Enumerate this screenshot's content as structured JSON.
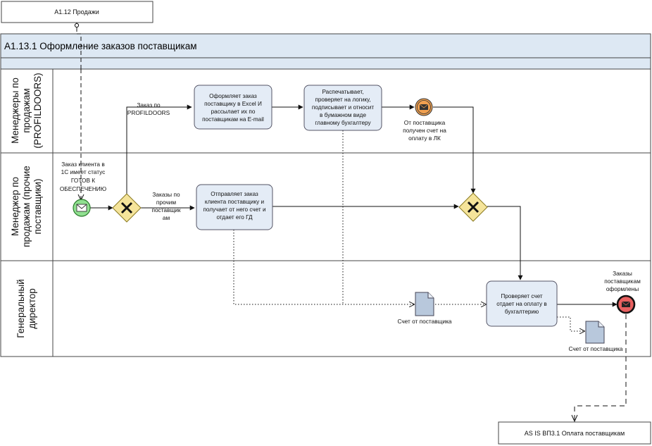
{
  "colors": {
    "pool_header": "#dde8f3",
    "lane_border": "#555555",
    "task_fill": "#e4ecf6",
    "gateway_fill": "#f5e49a",
    "start_fill": "#90e090",
    "intermediate_fill": "#f0a050",
    "end_fill": "#e86060"
  },
  "top_ref": {
    "label": "A1.12 Продажи"
  },
  "bottom_ref": {
    "label": "AS IS ВП3.1 Оплата поставщикам"
  },
  "pool": {
    "title": "A1.13.1 Оформление заказов поставщикам"
  },
  "lanes": [
    {
      "line1": "Менеджеры по",
      "line2": "продажам",
      "line3": "(PROFILDOORS)"
    },
    {
      "line1": "Менеджер по",
      "line2": "продажам (прочие",
      "line3": "поставщики)"
    },
    {
      "line1": "Генеральный",
      "line2": "директор",
      "line3": ""
    }
  ],
  "tasks": {
    "excel": {
      "lines": [
        "Оформляет заказ",
        "поставщику в Excel И",
        "рассылает их по",
        "поставщикам на E-mail"
      ]
    },
    "print": {
      "lines": [
        "Распечатывает,",
        "проверяет на логику,",
        "подписывает и относит",
        "в бумажном виде",
        "главному бухгалтеру"
      ]
    },
    "send": {
      "lines": [
        "Отправляет заказ",
        "клиента поставщику и",
        "получает от него счет и",
        "отдает его ГД"
      ]
    },
    "check": {
      "lines": [
        "Проверяет счет",
        "отдает на оплату в",
        "бухгалтерию"
      ]
    }
  },
  "events": {
    "start": {
      "lines": [
        "Заказ клиента  в",
        "1С имеет статус",
        "ГОТОВ К",
        "ОБЕСПЕЧЕНИЮ"
      ]
    },
    "intermediate": {
      "lines": [
        "От поставщика",
        "получен счет на",
        "оплату в ЛК"
      ]
    },
    "end": {
      "lines": [
        "Заказы",
        "поставщикам",
        "оформлены"
      ]
    }
  },
  "flows": {
    "profildoors": {
      "lines": [
        "Заказ по",
        "PROFILDOORS"
      ]
    },
    "others": {
      "lines": [
        "Заказы по",
        "прочим",
        "поставщик",
        "ам"
      ]
    }
  },
  "documents": {
    "doc1": {
      "label": "Счет от поставщика"
    },
    "doc2": {
      "label": "Счет от поставщика"
    }
  }
}
